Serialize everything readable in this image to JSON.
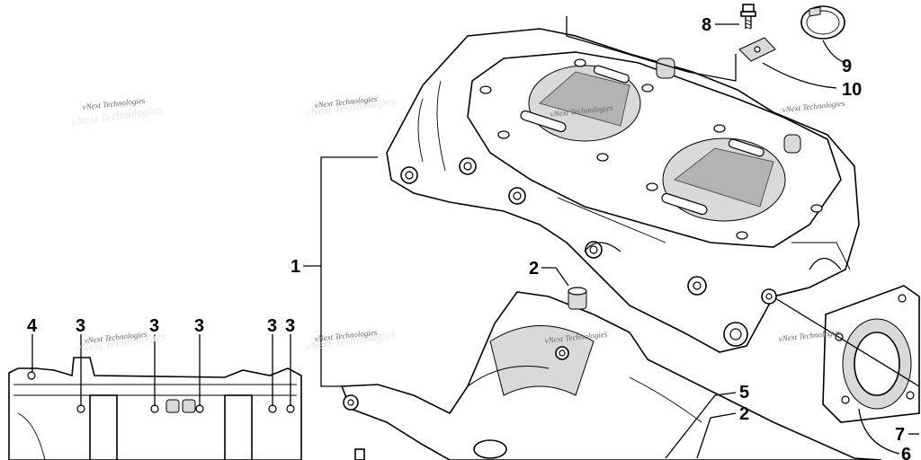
{
  "callouts": {
    "c1": "1",
    "c2a": "2",
    "c2b": "2",
    "c3a": "3",
    "c3b": "3",
    "c3c": "3",
    "c3d": "3",
    "c3e": "3",
    "c4": "4",
    "c5": "5",
    "c6": "6",
    "c7": "7",
    "c8": "8",
    "c9": "9",
    "c10": "10"
  },
  "watermarks": [
    "vNext Technologies",
    "vNext Technologies",
    "vNext Technologies",
    "vNext Technologies",
    "vNext Technologies",
    "vNext Technologies",
    "vNext Technologies",
    "vNext Technologies"
  ]
}
